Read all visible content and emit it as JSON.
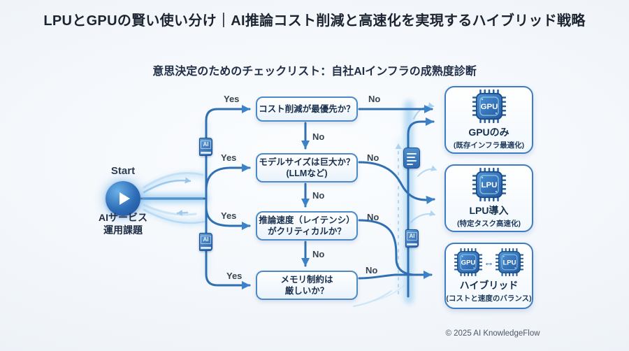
{
  "title": "LPUとGPUの賢い使い分け｜AI推論コスト削減と高速化を実現するハイブリッド戦略",
  "subtitle": "意思決定のためのチェックリスト：自社AIインフラの成熟度診断",
  "start": {
    "label": "Start",
    "caption_line1": "AIサービス",
    "caption_line2": "運用課題"
  },
  "labels": {
    "yes": "Yes",
    "no": "No"
  },
  "decisions": [
    {
      "lines": [
        "コスト削減が最優先か？",
        ""
      ]
    },
    {
      "lines": [
        "モデルサイズは巨大か？",
        "(LLMなど)"
      ]
    },
    {
      "lines": [
        "推論速度（レイテンシ）",
        "がクリティカルか？"
      ]
    },
    {
      "lines": [
        "メモリ制約は",
        "厳しいか？"
      ]
    }
  ],
  "outcomes": [
    {
      "chips": [
        "GPU"
      ],
      "name": "GPUのみ",
      "sub": "(既存インフラ最適化)"
    },
    {
      "chips": [
        "LPU"
      ],
      "name": "LPU導入",
      "sub": "(特定タスク高速化)"
    },
    {
      "chips": [
        "GPU",
        "LPU"
      ],
      "link": "↔",
      "name": "ハイブリッド",
      "sub": "(コストと速度のバランス)"
    }
  ],
  "icons": {
    "book_label": "AI"
  },
  "footer": {
    "copyright": "© 2025 AI KnowledgeFlow"
  },
  "colors": {
    "line": "#2f6fb2",
    "arrowhead": "#3b82c8",
    "glow": "#aed7f3",
    "chip_dark": "#2158a0",
    "chip_light": "#4f96d6",
    "box_border": "#4e8ac6",
    "text_dark": "#182f4d"
  }
}
